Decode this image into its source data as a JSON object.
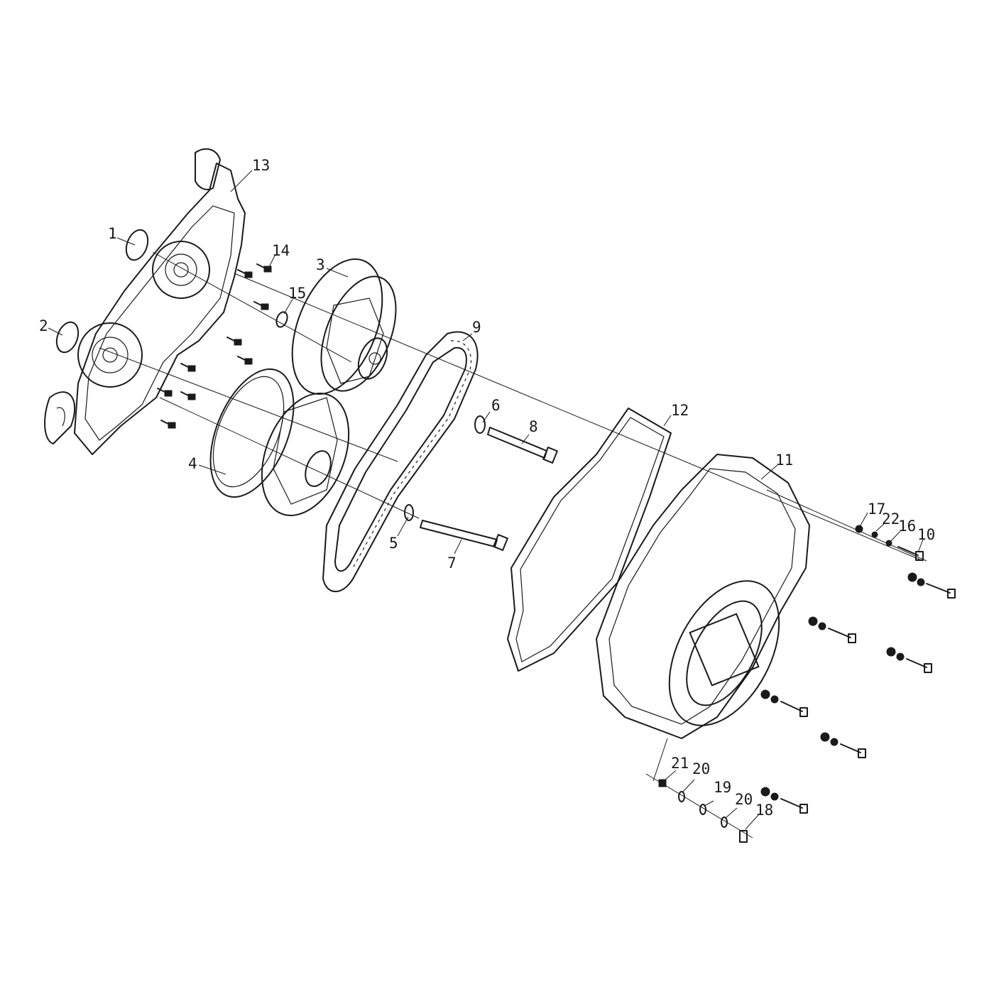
{
  "figure": {
    "callouts": [
      "1",
      "2",
      "3",
      "4",
      "5",
      "6",
      "7",
      "8",
      "9",
      "10",
      "11",
      "12",
      "13",
      "14",
      "15",
      "16",
      "17",
      "18",
      "19",
      "20",
      "20",
      "21",
      "22"
    ]
  }
}
